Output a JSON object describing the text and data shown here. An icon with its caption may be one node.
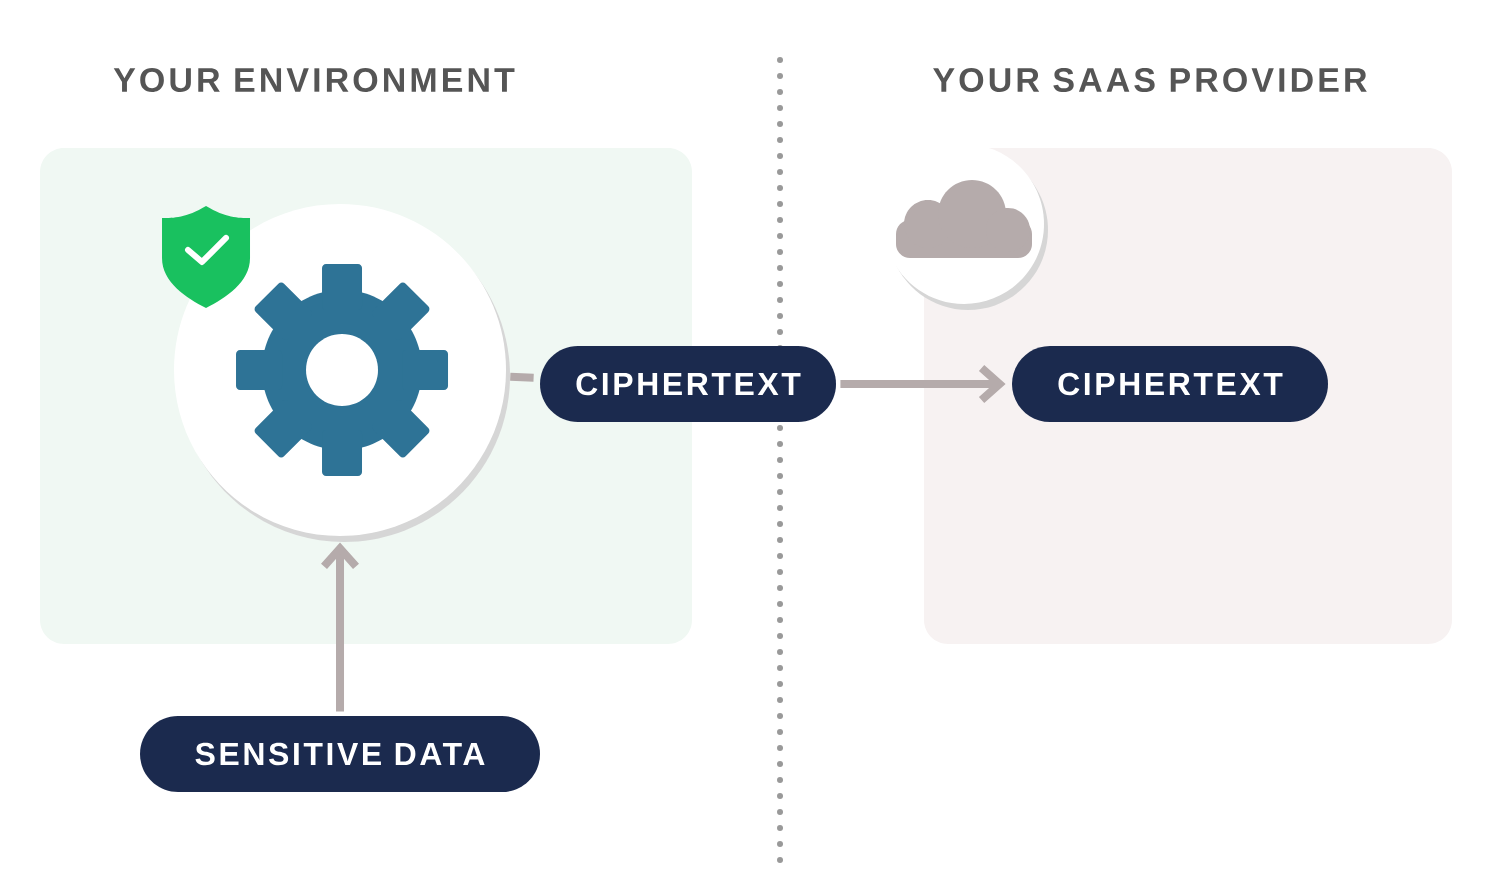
{
  "diagram": {
    "nodes": [
      {
        "text": [
          "YOUR ENVIRONMENT"
        ]
      },
      {
        "text": [
          "YOUR SAAS PROVIDER"
        ]
      },
      {
        "text": [],
        "shape": "circle",
        "in": 0
      },
      {
        "text": [
          "SENSITIVE DATA"
        ]
      },
      {
        "text": [
          "CIPHERTEXT"
        ]
      },
      {
        "text": [
          "CIPHERTEXT"
        ],
        "in": 1
      },
      {
        "text": [],
        "shape": "circle"
      }
    ],
    "edges": [
      {
        "from": 3,
        "to": 2,
        "arrow": "to"
      },
      {
        "from": 2,
        "to": 4,
        "arrow": "none"
      },
      {
        "from": 4,
        "to": 5,
        "arrow": "to"
      }
    ]
  }
}
